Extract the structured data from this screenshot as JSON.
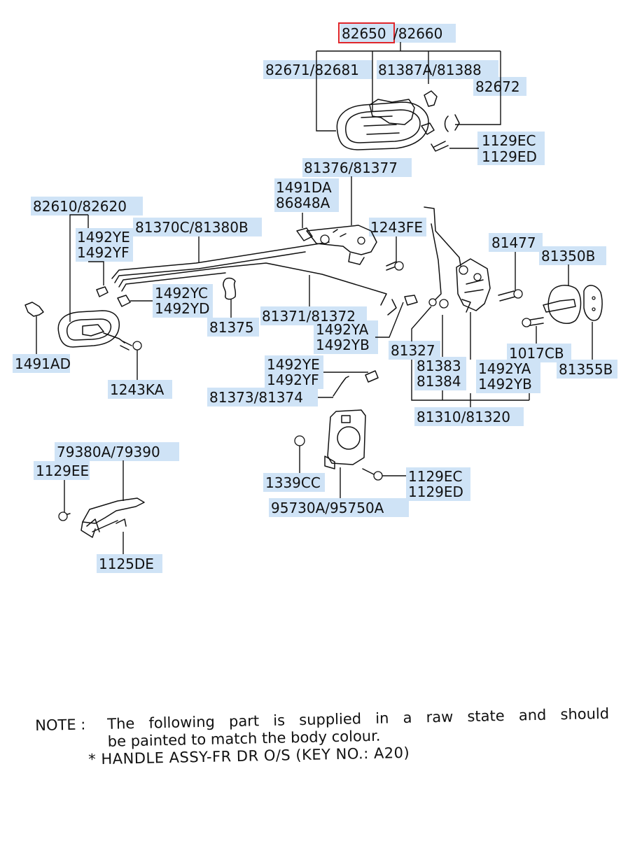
{
  "labels": {
    "p82650": "82650",
    "p82660": "/82660",
    "p82671": "82671/82681",
    "p81387a": "81387A/81388",
    "p82672": "82672",
    "p1129ec_a": "1129EC",
    "p1129ed_a": "1129ED",
    "p81376": "81376/81377",
    "p1491da": "1491DA",
    "p86848a": "86848A",
    "p82610": "82610/82620",
    "p1492ye_a": "1492YE",
    "p1492yf_a": "1492YF",
    "p81370c": "81370C/81380B",
    "p1243fe": "1243FE",
    "p81477": "81477",
    "p81350b": "81350B",
    "p1492yc": "1492YC",
    "p1492yd": "1492YD",
    "p81375": "81375",
    "p81371": "81371/81372",
    "p1492ya_a": "1492YA",
    "p1492yb_a": "1492YB",
    "p1491ad": "1491AD",
    "p81327": "81327",
    "p1017cb": "1017CB",
    "p81355b": "81355B",
    "p81383": "81383",
    "p81384": "81384",
    "p1492ya_b": "1492YA",
    "p1492yb_b": "1492YB",
    "p1243ka": "1243KA",
    "p1492ye_b": "1492YE",
    "p1492yf_b": "1492YF",
    "p81373": "81373/81374",
    "p81310": "81310/81320",
    "p79380a": "79380A/79390",
    "p1129ee": "1129EE",
    "p1129ec_b": "1129EC",
    "p1129ed_b": "1129ED",
    "p1339cc": "1339CC",
    "p95730a": "95730A/95750A",
    "p1125de": "1125DE"
  },
  "note": {
    "head": "NOTE :",
    "line1": "The following part is supplied in a raw state and should",
    "line2": "be painted to match the body colour.",
    "line3": "* HANDLE ASSY-FR DR O/S (KEY NO.: A20)"
  },
  "colors": {
    "label_highlight": "#cfe3f6",
    "selected_box": "#e0262b",
    "ink": "#111111"
  }
}
